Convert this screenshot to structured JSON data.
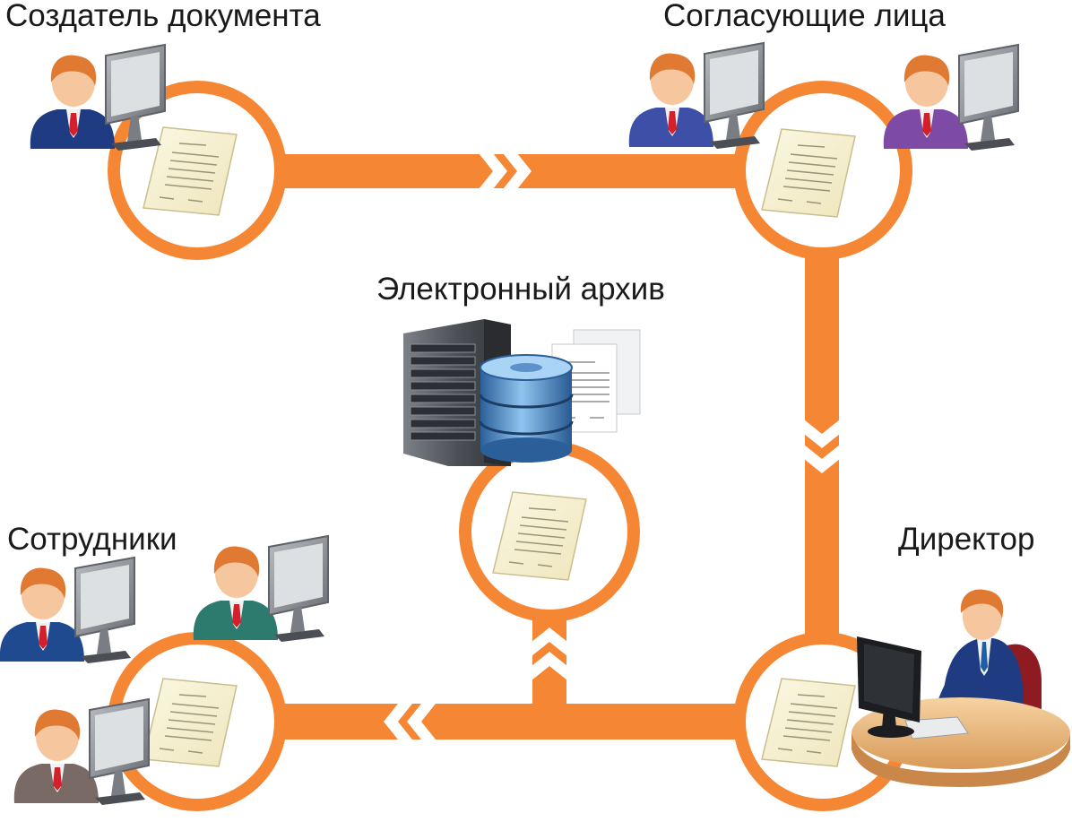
{
  "nodes": {
    "creator": {
      "label": "Создатель документа"
    },
    "approvers": {
      "label": "Согласующие лица"
    },
    "archive": {
      "label": "Электронный архив"
    },
    "staff": {
      "label": "Сотрудники"
    },
    "director": {
      "label": "Директор"
    }
  },
  "colors": {
    "flow": "#F58634",
    "paper": "#F7F1CF",
    "paper_edge": "#C9BE8E",
    "skin": "#F6C79E",
    "hair": "#E07A32",
    "monitor": "#8B8E93",
    "server": "#5A5D63",
    "db": "#3C78B5",
    "desk": "#E9B275"
  },
  "icons": {
    "person": "person-at-computer-icon",
    "document": "document-icon",
    "server": "server-icon",
    "database": "database-icon"
  }
}
